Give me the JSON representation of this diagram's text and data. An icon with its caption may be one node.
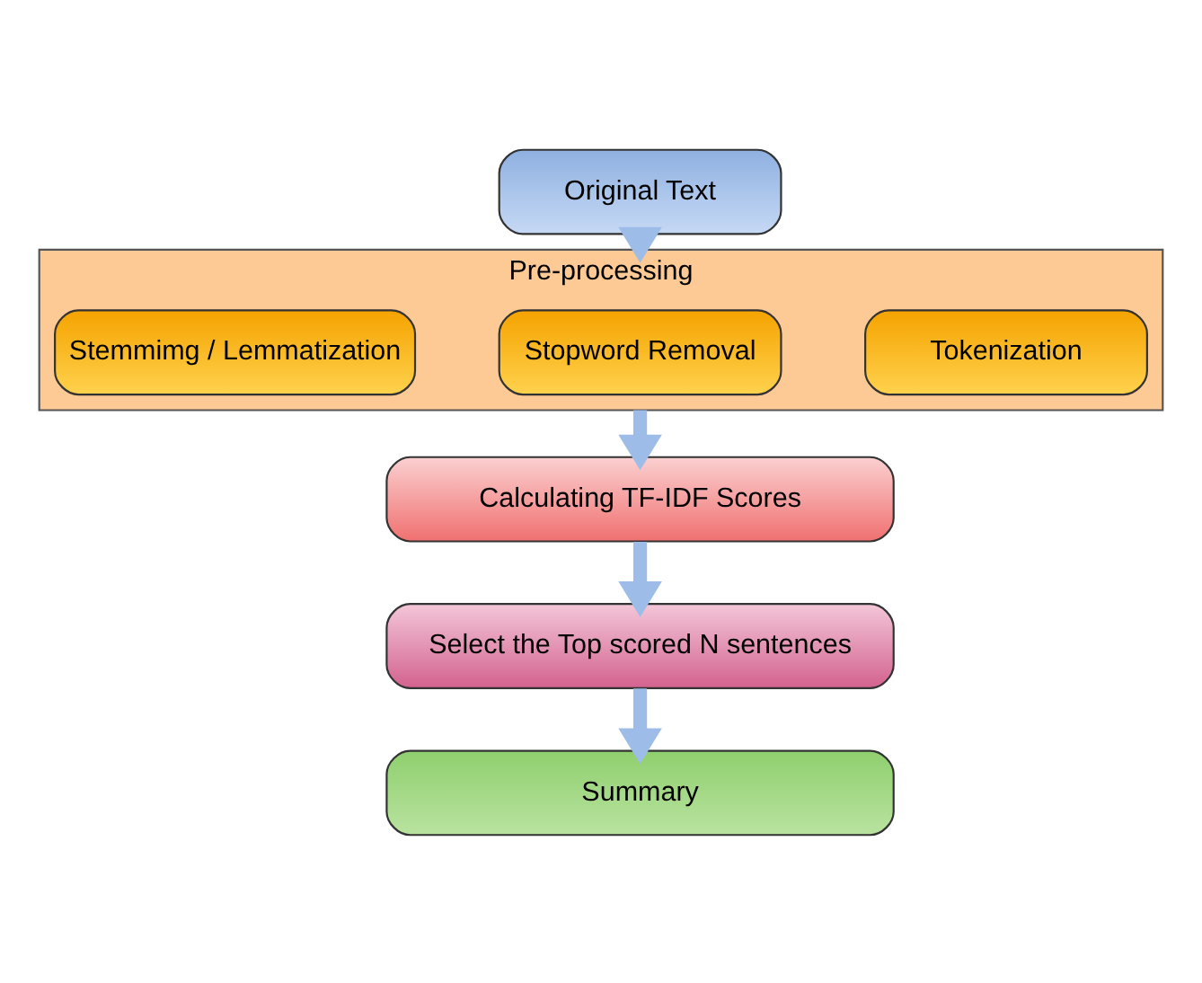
{
  "diagram": {
    "nodes": [
      {
        "text": [
          "Original Text"
        ]
      },
      {
        "text": [
          "Pre-processing"
        ]
      },
      {
        "text": [
          "Tokenization"
        ],
        "in": 1
      },
      {
        "text": [
          "Stopword Removal"
        ],
        "in": 1
      },
      {
        "text": [
          "Stemmimg / Lemmatization"
        ],
        "in": 1
      },
      {
        "text": [
          "Calculating TF-IDF Scores"
        ]
      },
      {
        "text": [
          "Select the Top scored N sentences"
        ]
      },
      {
        "text": [
          "Summary"
        ]
      }
    ],
    "edges": [
      {
        "from": 0,
        "to": 1,
        "arrow": "to"
      },
      {
        "from": 1,
        "to": 5,
        "arrow": "to"
      },
      {
        "from": 5,
        "to": 6,
        "arrow": "to"
      },
      {
        "from": 6,
        "to": 7,
        "arrow": "to"
      }
    ]
  }
}
